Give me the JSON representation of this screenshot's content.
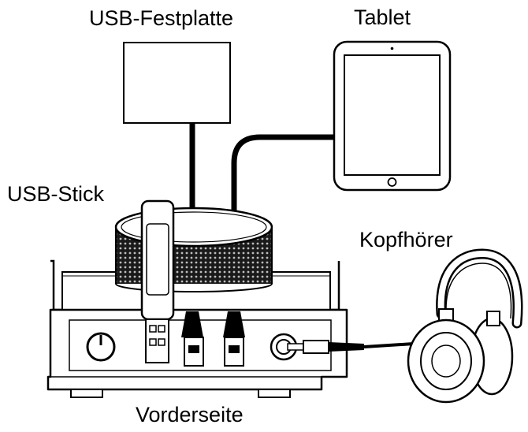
{
  "labels": {
    "usb_drive": "USB-Festplatte",
    "tablet": "Tablet",
    "usb_stick": "USB-Stick",
    "headphones": "Kopfhörer",
    "front": "Vorderseite"
  },
  "colors": {
    "line": "#000000",
    "fill": "#ffffff",
    "knob_mesh": "#2a2a2a"
  }
}
